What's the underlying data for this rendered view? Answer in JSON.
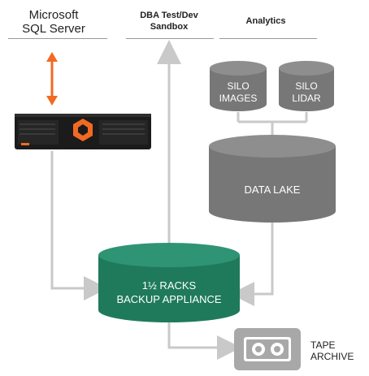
{
  "headers": {
    "sql_line1": "Microsoft",
    "sql_line2": "SQL Server",
    "dba_line1": "DBA Test/Dev",
    "dba_line2": "Sandbox",
    "analytics": "Analytics"
  },
  "silo_images": {
    "line1": "SILO",
    "line2": "IMAGES"
  },
  "silo_lidar": {
    "line1": "SILO",
    "line2": "LIDAR"
  },
  "data_lake": {
    "label": "DATA LAKE"
  },
  "backup": {
    "line1": "1½ RACKS",
    "line2": "BACKUP APPLIANCE"
  },
  "tape": {
    "line1": "TAPE",
    "line2": "ARCHIVE"
  },
  "colors": {
    "accent_orange": "#f26a22",
    "cylinder_gray": "#777777",
    "cylinder_gray_top": "#8e8e8e",
    "backup_green": "#1f7a5c",
    "backup_green_top": "#2e9474",
    "connector": "#c9c9c9",
    "tape_box": "#a8a8a8"
  }
}
